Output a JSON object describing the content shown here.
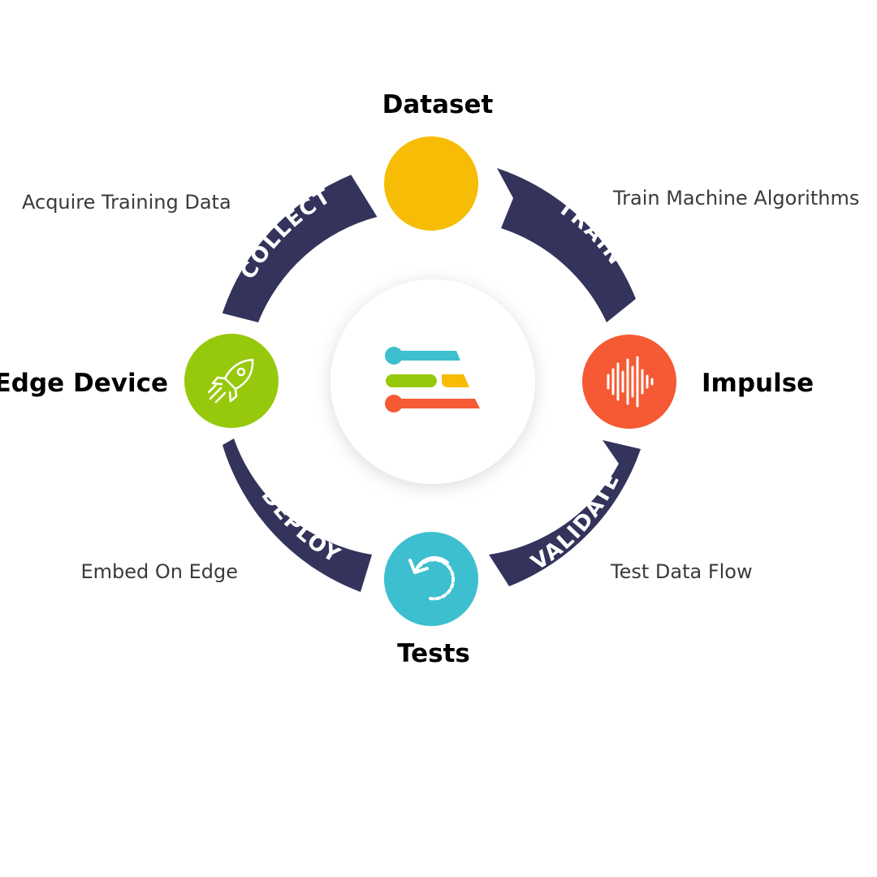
{
  "nodes": {
    "dataset": {
      "title": "Dataset",
      "color": "#F7BC05"
    },
    "impulse": {
      "title": "Impulse",
      "color": "#F55A34"
    },
    "tests": {
      "title": "Tests",
      "color": "#3DBFCF"
    },
    "edge_device": {
      "title": "Edge Device",
      "color": "#96C90C"
    }
  },
  "arrows": {
    "collect": {
      "label": "COLLECT",
      "description": "Acquire Training Data"
    },
    "train": {
      "label": "TRAIN",
      "description": "Train Machine Algorithms"
    },
    "validate": {
      "label": "VALIDATE",
      "description": "Test Data Flow"
    },
    "deploy": {
      "label": "DEPLOY",
      "description": "Embed On Edge"
    }
  },
  "colors": {
    "arrow": "#33335C",
    "logo_teal": "#3DBFCF",
    "logo_green": "#96C90C",
    "logo_yellow": "#F7BC05",
    "logo_orange": "#F55A34"
  },
  "icons": {
    "dataset": "none",
    "impulse": "waveform-icon",
    "tests": "refresh-icon",
    "edge_device": "rocket-icon",
    "center": "edge-impulse-logo-icon"
  }
}
